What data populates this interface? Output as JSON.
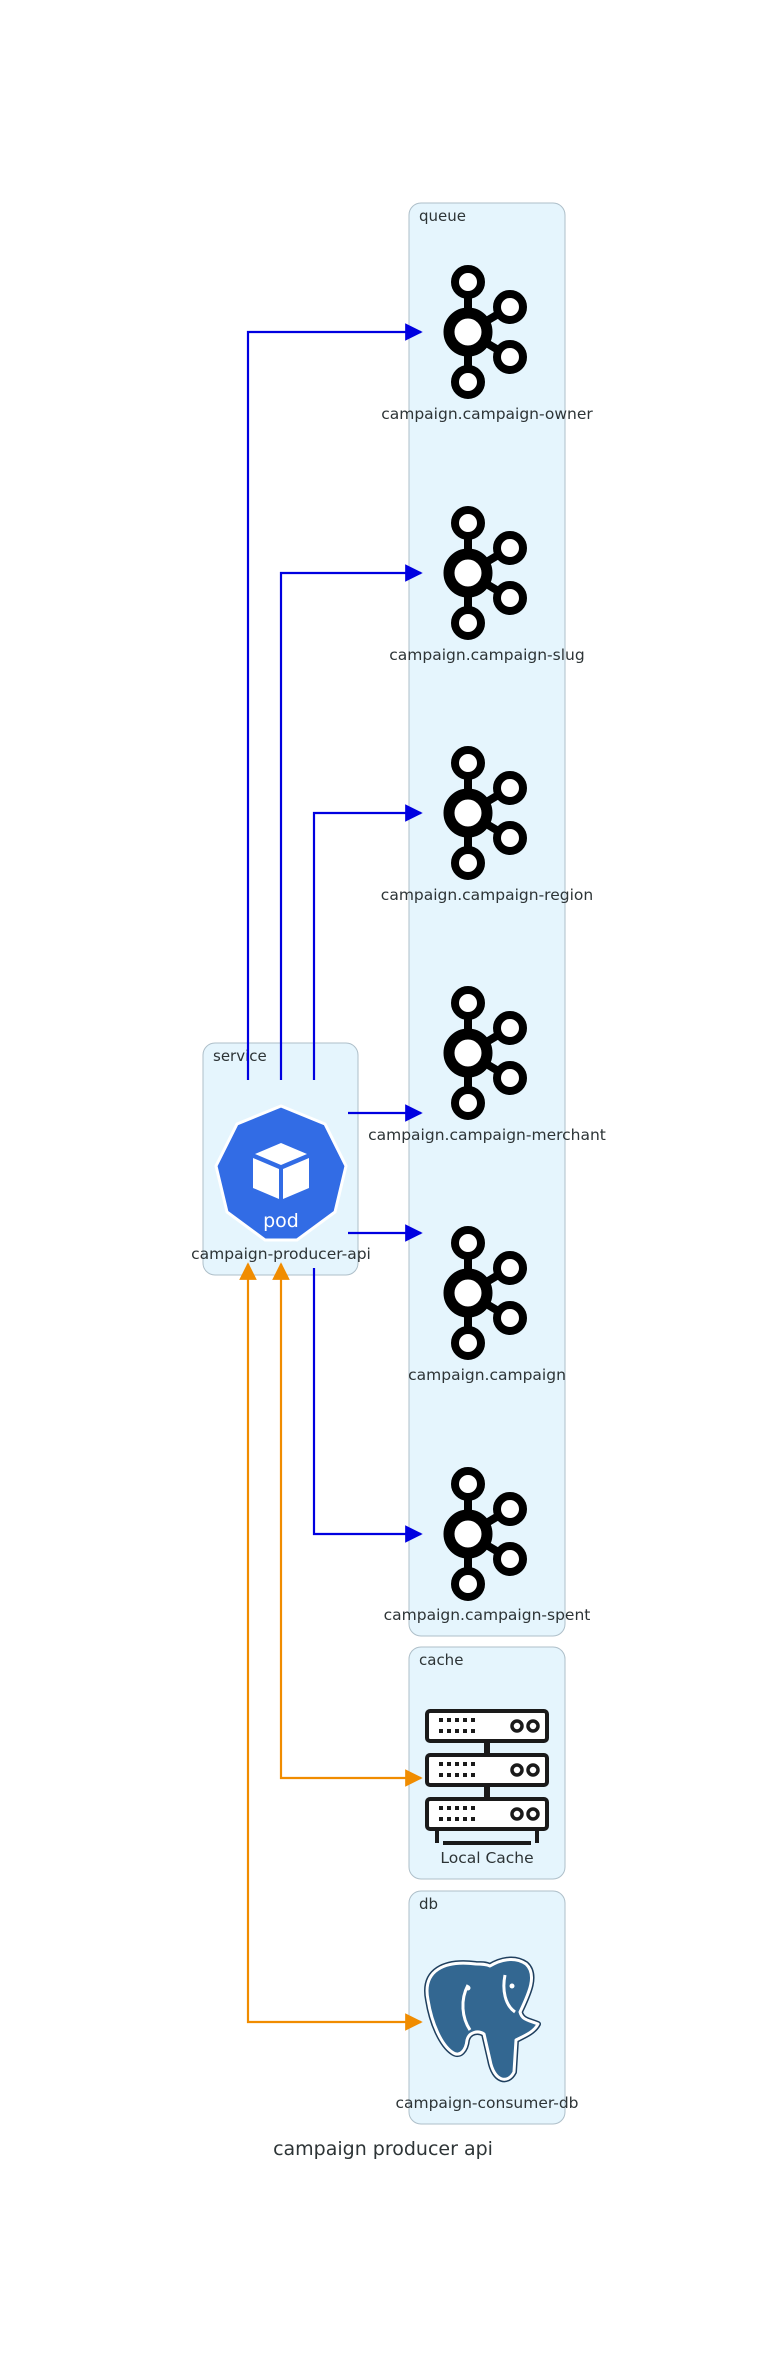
{
  "title": "campaign producer api",
  "clusters": {
    "queue": "queue",
    "service": "service",
    "cache": "cache",
    "db": "db"
  },
  "nodes": {
    "producer_api": {
      "label": "campaign-producer-api",
      "icon": "kubernetes-pod-icon",
      "icon_text": "pod",
      "color": "#326ce5"
    },
    "topic_owner": {
      "label": "campaign.campaign-owner",
      "icon": "kafka-icon"
    },
    "topic_slug": {
      "label": "campaign.campaign-slug",
      "icon": "kafka-icon"
    },
    "topic_region": {
      "label": "campaign.campaign-region",
      "icon": "kafka-icon"
    },
    "topic_merchant": {
      "label": "campaign.campaign-merchant",
      "icon": "kafka-icon"
    },
    "topic_campaign": {
      "label": "campaign.campaign",
      "icon": "kafka-icon"
    },
    "topic_spent": {
      "label": "campaign.campaign-spent",
      "icon": "kafka-icon"
    },
    "local_cache": {
      "label": "Local Cache",
      "icon": "server-rack-icon"
    },
    "consumer_db": {
      "label": "campaign-consumer-db",
      "icon": "postgresql-icon",
      "color": "#336791"
    }
  },
  "edges": [
    {
      "from": "campaign-producer-api",
      "to": "campaign.campaign-owner",
      "color": "#0000e0",
      "direction": "forward"
    },
    {
      "from": "campaign-producer-api",
      "to": "campaign.campaign-slug",
      "color": "#0000e0",
      "direction": "forward"
    },
    {
      "from": "campaign-producer-api",
      "to": "campaign.campaign-region",
      "color": "#0000e0",
      "direction": "forward"
    },
    {
      "from": "campaign-producer-api",
      "to": "campaign.campaign-merchant",
      "color": "#0000e0",
      "direction": "forward"
    },
    {
      "from": "campaign-producer-api",
      "to": "campaign.campaign",
      "color": "#0000e0",
      "direction": "forward"
    },
    {
      "from": "campaign-producer-api",
      "to": "campaign.campaign-spent",
      "color": "#0000e0",
      "direction": "forward"
    },
    {
      "from": "campaign-producer-api",
      "to": "Local Cache",
      "color": "#f08c00",
      "direction": "both"
    },
    {
      "from": "campaign-producer-api",
      "to": "campaign-consumer-db",
      "color": "#f08c00",
      "direction": "both"
    }
  ]
}
